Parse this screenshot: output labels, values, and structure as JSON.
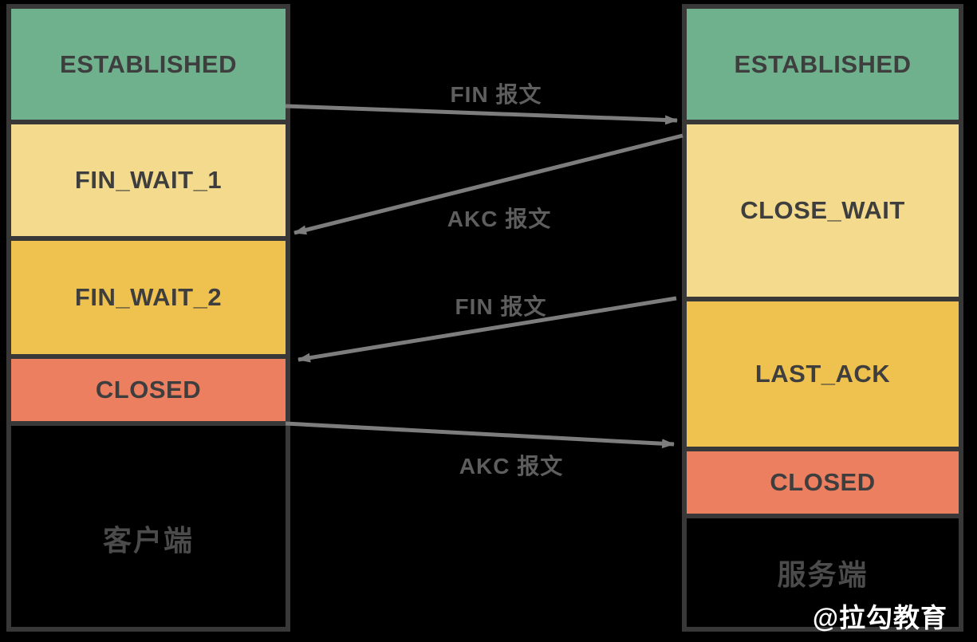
{
  "colors": {
    "background": "#000000",
    "border": "#383838",
    "green": "#6FB08D",
    "light-yellow": "#F4DA8C",
    "gold": "#EFC24F",
    "salmon": "#EC7F5F",
    "state-text": "#3E3E3E",
    "entity-text": "#4B4B4B",
    "arrow": "#7D7D7D",
    "message-text": "#5E5E5E",
    "watermark-text": "#FFFFFF"
  },
  "client_column": {
    "entity_label": "客户端",
    "states": [
      {
        "label": "ESTABLISHED",
        "color": "green"
      },
      {
        "label": "FIN_WAIT_1",
        "color": "light-yellow"
      },
      {
        "label": "FIN_WAIT_2",
        "color": "gold"
      },
      {
        "label": "CLOSED",
        "color": "salmon"
      }
    ]
  },
  "server_column": {
    "entity_label": "服务端",
    "states": [
      {
        "label": "ESTABLISHED",
        "color": "green"
      },
      {
        "label": "CLOSE_WAIT",
        "color": "light-yellow"
      },
      {
        "label": "LAST_ACK",
        "color": "gold"
      },
      {
        "label": "CLOSED",
        "color": "salmon"
      }
    ]
  },
  "messages": [
    {
      "label": "FIN 报文",
      "from": "client",
      "to": "server"
    },
    {
      "label": "AKC 报文",
      "from": "server",
      "to": "client"
    },
    {
      "label": "FIN 报文",
      "from": "server",
      "to": "client"
    },
    {
      "label": "AKC 报文",
      "from": "client",
      "to": "server"
    }
  ],
  "watermark": "@拉勾教育"
}
